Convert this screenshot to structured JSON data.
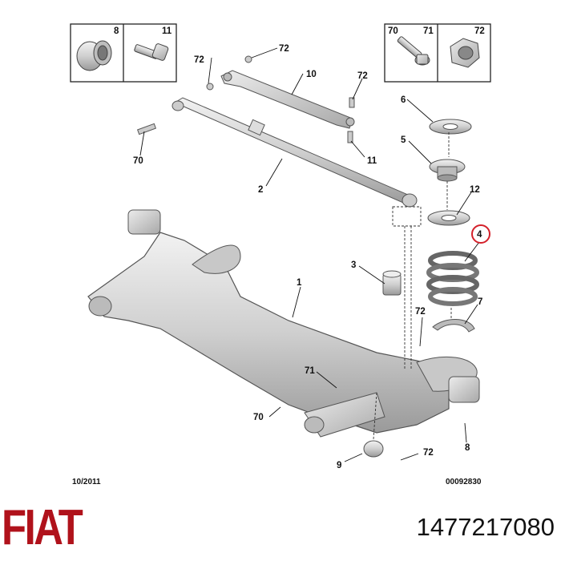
{
  "diagram": {
    "callouts": {
      "c8_box": "8",
      "c11_box": "11",
      "c70_box": "70",
      "c71_box": "71",
      "c72_box": "72",
      "c72a": "72",
      "c72b": "72",
      "c72c": "72",
      "c72d": "72",
      "c72e": "72",
      "c10": "10",
      "c11": "11",
      "c70a": "70",
      "c70b": "70",
      "c71": "71",
      "c2": "2",
      "c1": "1",
      "c3": "3",
      "c4": "4",
      "c5": "5",
      "c6": "6",
      "c7": "7",
      "c8": "8",
      "c9": "9",
      "c12": "12"
    },
    "date_code": "10/2011",
    "drawing_ref": "00092830",
    "highlight_color": "#d4202a"
  },
  "footer": {
    "brand": "FIAT",
    "part_number": "1477217080"
  }
}
